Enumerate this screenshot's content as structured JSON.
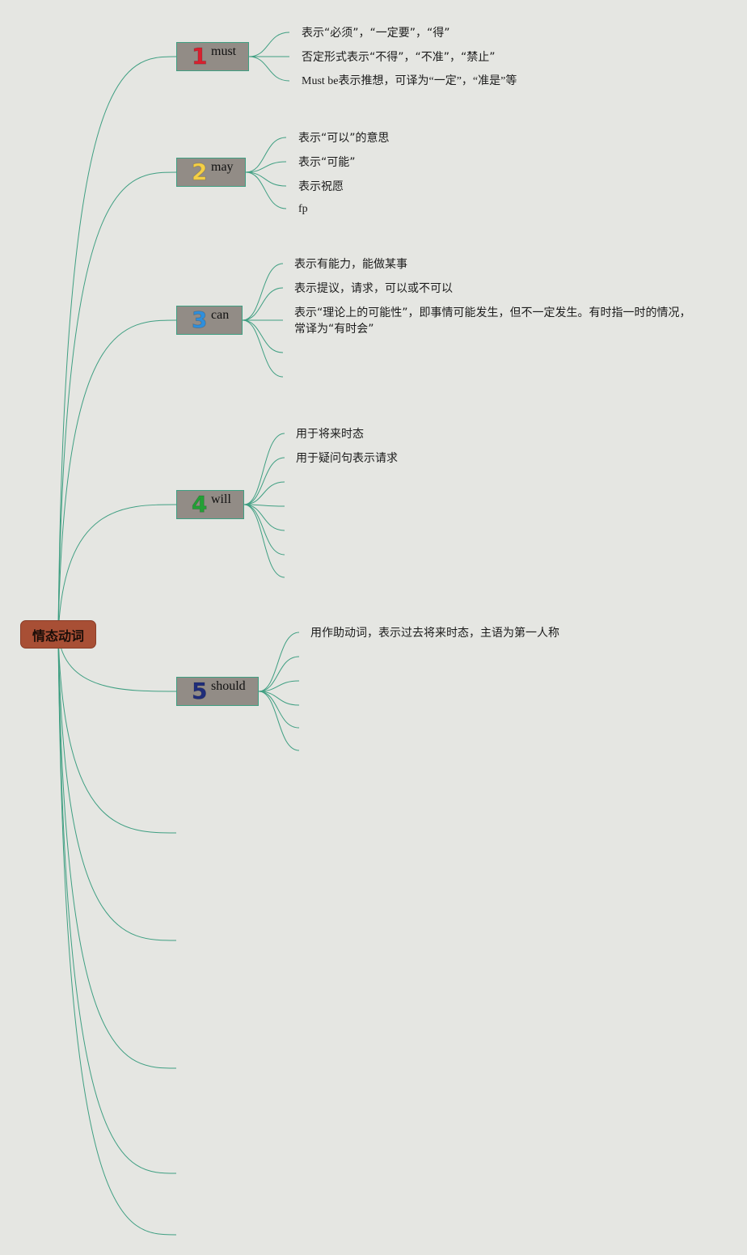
{
  "root": {
    "label": "情态动词"
  },
  "colors": {
    "background": "#e5e6e2",
    "link": "#3f9f82",
    "root_fill": "#a84f35",
    "branch_fill": "#928c86"
  },
  "branches": [
    {
      "num": "1",
      "num_color": "#d8202f",
      "label": "must",
      "leaves": [
        "表示“必须”，“一定要”，“得”",
        "否定形式表示“不得”，“不准”，“禁止”",
        "Must be表示推想，可译为“一定”，“准是”等"
      ]
    },
    {
      "num": "2",
      "num_color": "#f4cf45",
      "label": "may",
      "leaves": [
        "表示“可以”的意思",
        "表示“可能”",
        "表示祝愿",
        "fp"
      ]
    },
    {
      "num": "3",
      "num_color": "#2f8fdc",
      "label": "can",
      "leaves": [
        "表示有能力，能做某事",
        "表示提议，请求，可以或不可以",
        "表示“理论上的可能性”，即事情可能发生，但不一定发生。有时指一时的情况，常译为“有时会”",
        "",
        ""
      ]
    },
    {
      "num": "4",
      "num_color": "#23a136",
      "label": "will",
      "leaves": [
        "用于将来时态",
        "用于疑问句表示请求",
        "",
        "",
        "",
        "",
        ""
      ]
    },
    {
      "num": "5",
      "num_color": "#1f2d7a",
      "label": "should",
      "leaves": [
        "用作助动词，表示过去将来时态，主语为第一人称",
        "",
        "",
        "",
        "",
        ""
      ]
    }
  ]
}
